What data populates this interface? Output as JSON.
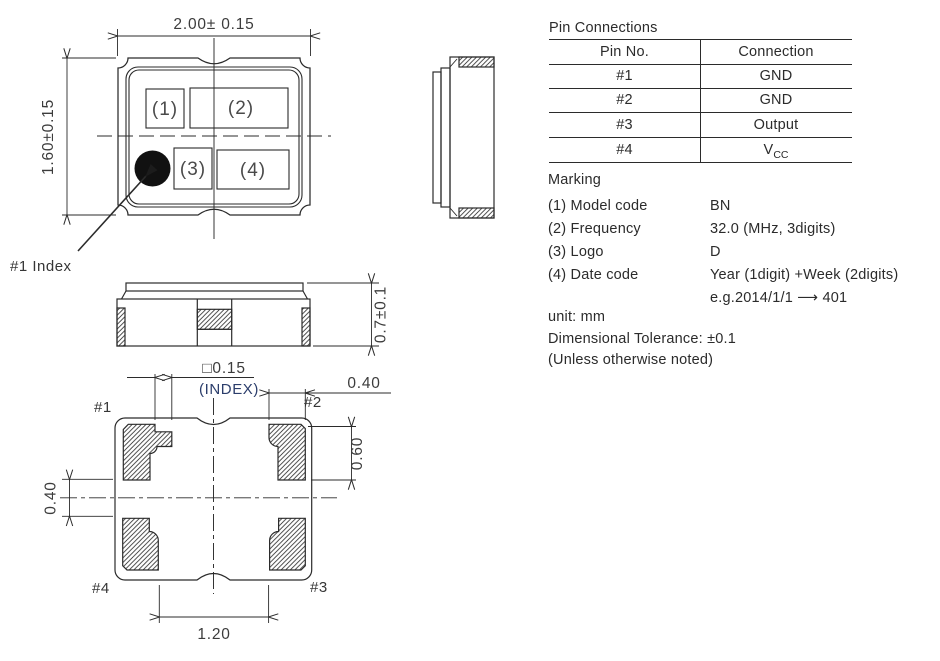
{
  "colors": {
    "line": "#2b2b2b",
    "drawing_text": "#3c3c3c",
    "index_caption_blue": "#2b3d6b",
    "index_dot": "#111111"
  },
  "top_view": {
    "dim_width": "2.00± 0.15",
    "dim_height": "1.60±0.15",
    "marks": [
      "(1)",
      "(2)",
      "(3)",
      "(4)"
    ],
    "index_label": "#1 Index"
  },
  "front_view": {
    "dim_height": "0.7±0.1"
  },
  "bottom_view": {
    "dim_index": "□0.15",
    "index_caption": "(INDEX)",
    "dim_pad_width": "0.40",
    "dim_pad_height": "0.60",
    "dim_gap": "0.40",
    "dim_span": "1.20",
    "pin1": "#1",
    "pin2": "#2",
    "pin3": "#3",
    "pin4": "#4"
  },
  "pin_table": {
    "title": "Pin Connections",
    "headers": [
      "Pin No.",
      "Connection"
    ],
    "rows": [
      [
        "#1",
        "GND"
      ],
      [
        "#2",
        "GND"
      ],
      [
        "#3",
        "Output"
      ],
      [
        "#4",
        "V"
      ]
    ],
    "vcc_sub": "CC"
  },
  "marking": {
    "title": "Marking",
    "items": [
      {
        "label": "(1) Model code",
        "value": "BN"
      },
      {
        "label": "(2) Frequency",
        "value": "32.0 (MHz, 3digits)"
      },
      {
        "label": "(3) Logo",
        "value": "D"
      },
      {
        "label": "(4) Date code",
        "value": "Year (1digit) +Week (2digits)"
      },
      {
        "label": "",
        "value": "e.g.2014/1/1  ⟶  401"
      }
    ],
    "notes": [
      "unit: mm",
      "Dimensional Tolerance: ±0.1",
      "(Unless otherwise noted)"
    ]
  }
}
